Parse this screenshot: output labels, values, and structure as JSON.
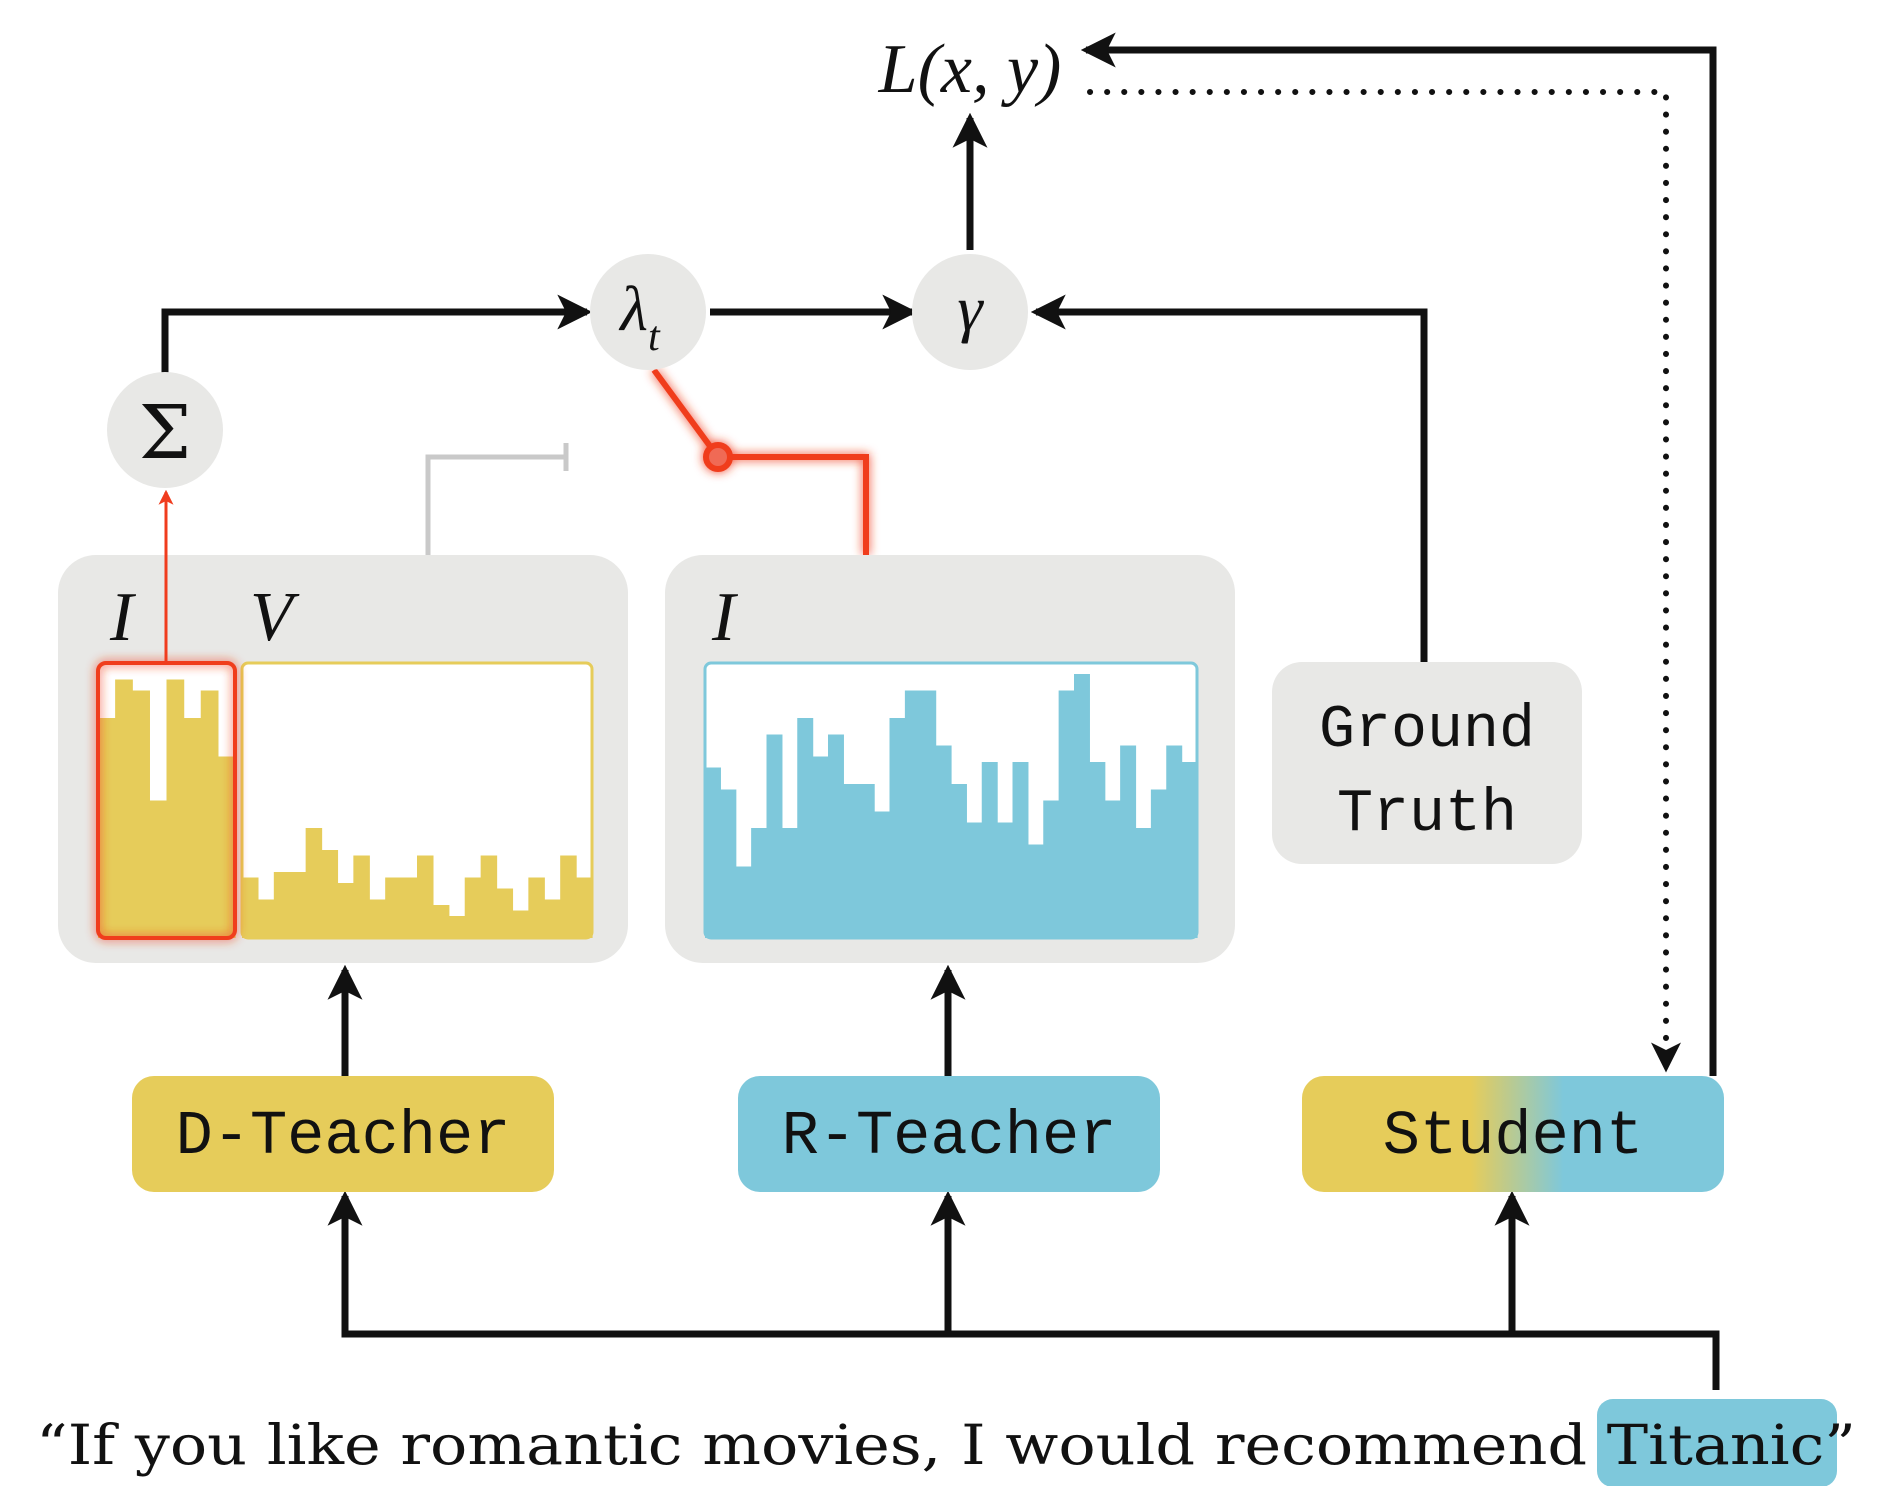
{
  "loss": {
    "text": "L(x, y)"
  },
  "nodes": {
    "sum": "Σ",
    "lambda": "λ",
    "lambda_sub": "t",
    "gamma": "γ"
  },
  "panels": {
    "d_teacher": {
      "label_i": "I",
      "label_v": "V"
    },
    "r_teacher": {
      "label_i": "I"
    }
  },
  "ground_truth": {
    "line1": "Ground",
    "line2": "Truth"
  },
  "models": {
    "d_teacher": "D-Teacher",
    "r_teacher": "R-Teacher",
    "student": "Student"
  },
  "sentence": {
    "before": "“If you like romantic movies, I would recommend ",
    "highlight": "Titanic",
    "after": "”"
  },
  "colors": {
    "d_teacher": "#E6CC5A",
    "r_teacher": "#7EC8DB",
    "panel_bg": "#E8E8E6",
    "node_bg": "#E8E8E6",
    "highlight": "#F03C1E",
    "arrow": "#111111",
    "disabled": "#C9C9C9"
  },
  "chart_data": [
    {
      "type": "bar",
      "panel": "D-Teacher I",
      "values": [
        80,
        94,
        90,
        50,
        94,
        80,
        90,
        66
      ]
    },
    {
      "type": "bar",
      "panel": "D-Teacher V",
      "values": [
        22,
        14,
        24,
        24,
        40,
        32,
        20,
        30,
        14,
        22,
        22,
        30,
        12,
        8,
        22,
        30,
        18,
        10,
        22,
        14,
        30,
        22
      ]
    },
    {
      "type": "bar",
      "panel": "R-Teacher I",
      "values": [
        62,
        54,
        26,
        40,
        74,
        40,
        80,
        66,
        74,
        56,
        56,
        46,
        80,
        90,
        90,
        70,
        56,
        42,
        64,
        42,
        64,
        34,
        50,
        90,
        96,
        64,
        50,
        70,
        40,
        54,
        70,
        64
      ]
    }
  ]
}
